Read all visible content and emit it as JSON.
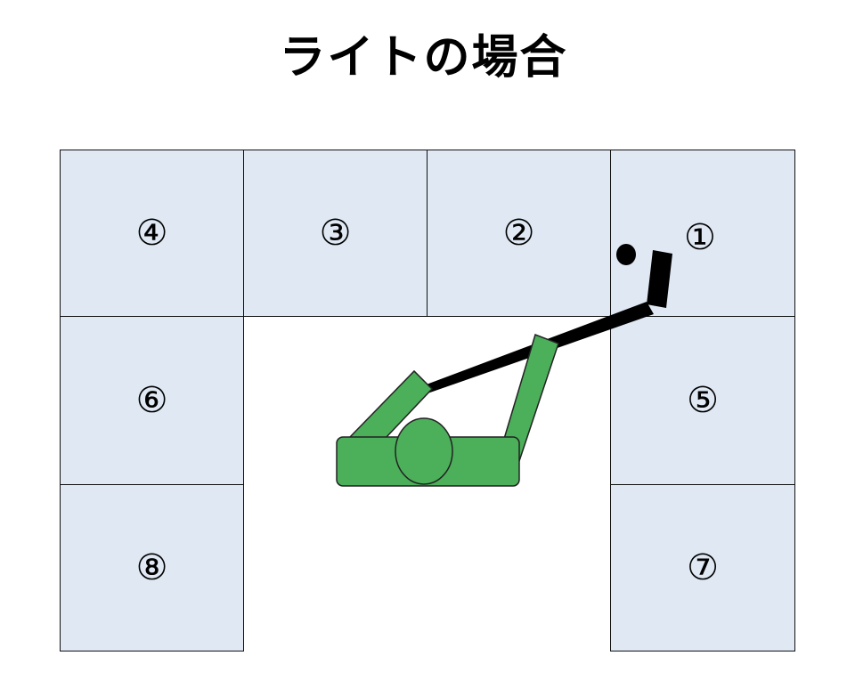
{
  "title": "ライトの場合",
  "zones": [
    {
      "id": "zone-1",
      "label": "①"
    },
    {
      "id": "zone-2",
      "label": "②"
    },
    {
      "id": "zone-3",
      "label": "③"
    },
    {
      "id": "zone-4",
      "label": "④"
    },
    {
      "id": "zone-5",
      "label": "⑤"
    },
    {
      "id": "zone-6",
      "label": "⑥"
    },
    {
      "id": "zone-7",
      "label": "⑦"
    },
    {
      "id": "zone-8",
      "label": "⑧"
    }
  ],
  "colors": {
    "zone_fill": "#dfe8f3",
    "player_fill": "#4caf5a",
    "stick": "#000000",
    "puck": "#000000"
  }
}
